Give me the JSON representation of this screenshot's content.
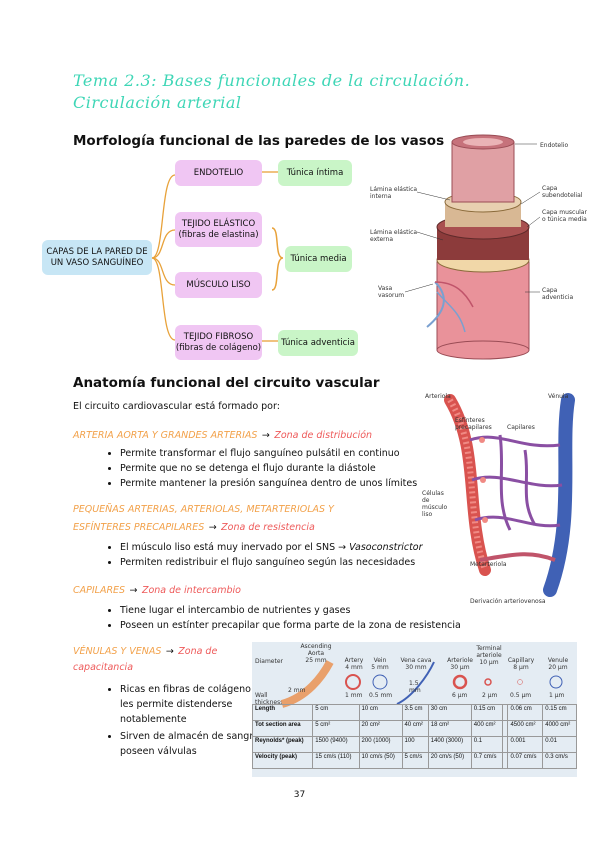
{
  "title": "Tema 2.3: Bases funcionales de la circulación. Circulación arterial",
  "section1": {
    "heading": "Morfología funcional de las paredes de los vasos",
    "diagram": {
      "root": "CAPAS DE LA PARED DE UN VASO SANGUÍNEO",
      "endotelio": "ENDOTELIO",
      "tejido_elastico": "TEJIDO ELÁSTICO (fibras de elastina)",
      "musculo_liso": "MÚSCULO LISO",
      "tejido_fibroso": "TEJIDO FIBROSO (fibras de colágeno)",
      "tunica_intima": "Túnica íntima",
      "tunica_media": "Túnica media",
      "tunica_adventicia": "Túnica adventicia"
    },
    "figure_labels": {
      "endotelio": "Endotelio",
      "lamina_interna": "Lámina elástica interna",
      "capa_subendotelial": "Capa subendotelial",
      "capa_muscular": "Capa muscular o túnica media",
      "lamina_externa": "Lámina elástica externa",
      "vasa_vasorum": "Vasa vasorum",
      "capa_adventicia": "Capa adventicia"
    }
  },
  "section2": {
    "heading": "Anatomía funcional del circuito vascular",
    "intro": "El circuito cardiovascular está formado por:",
    "group1": {
      "name": "ARTERIA AORTA Y GRANDES ARTERIAS",
      "arrow": "→",
      "zone": "Zona de distribución",
      "items": [
        "Permite transformar el flujo sanguíneo pulsátil en continuo",
        "Permite que no se detenga el flujo durante la diástole",
        "Permite mantener la presión sanguínea dentro de unos límites"
      ]
    },
    "group2": {
      "name": "PEQUEÑAS ARTERIAS, ARTERIOLAS, METARTERIOLAS Y ESFÍNTERES PRECAPILARES",
      "arrow": "→",
      "zone": "Zona de resistencia",
      "item1_prefix": "El músculo liso está muy inervado por el SNS → ",
      "item1_suffix": "Vasoconstrictor",
      "item2": "Permiten redistribuir el flujo sanguíneo según las necesidades"
    },
    "group3": {
      "name": "CAPILARES",
      "arrow": "→",
      "zone": "Zona de intercambio",
      "items": [
        "Tiene lugar el intercambio de nutrientes y gases",
        "Poseen un estínter precapilar que forma parte de la zona de resistencia"
      ]
    },
    "group4": {
      "name": "VÉNULAS Y VENAS",
      "arrow": "→",
      "zone": "Zona de capacitancia",
      "items": [
        "Ricas en fibras de colágeno que les permite distenderse notablemente",
        "Sirven de almacén de sangre y poseen válvulas"
      ]
    },
    "circuit_labels": {
      "arteriola": "Arteriola",
      "venula": "Vénula",
      "esfinteres": "Esfínteres precapilares",
      "capilares": "Capilares",
      "celulas": "Células de músculo liso",
      "metarteriola": "Metarteriola",
      "derivacion": "Derivación arteriovenosa"
    }
  },
  "table": {
    "diameter_label": "Diameter",
    "wall_label": "Wall thickness",
    "wall_aorta": "2 mm",
    "columns": [
      {
        "name": "Ascending Aorta",
        "diameter": "25 mm",
        "wall": "2 mm"
      },
      {
        "name": "Artery",
        "diameter": "4 mm",
        "wall": "1 mm"
      },
      {
        "name": "Vein",
        "diameter": "5 mm",
        "wall": "0.5 mm"
      },
      {
        "name": "Vena cava",
        "diameter": "30 mm",
        "wall": "1.5 mm"
      },
      {
        "name": "Arteriole",
        "diameter": "30 μm",
        "wall": "6 μm"
      },
      {
        "name": "Terminal arteriole",
        "diameter": "10 μm",
        "wall": "2 μm"
      },
      {
        "name": "Capillary",
        "diameter": "8 μm",
        "wall": "0.5 μm"
      },
      {
        "name": "Venule",
        "diameter": "20 μm",
        "wall": "1 μm"
      }
    ],
    "rows": [
      {
        "label": "Length",
        "values": [
          "5 cm",
          "10 cm",
          "3.5 cm",
          "30 cm",
          "0.15 cm",
          "",
          "0.06 cm",
          "0.15 cm"
        ]
      },
      {
        "label": "Tot section area",
        "values": [
          "5 cm²",
          "20 cm²",
          "40 cm²",
          "18 cm²",
          "400 cm²",
          "",
          "4500 cm²",
          "4000 cm²"
        ]
      },
      {
        "label": "Reynolds* (peak)",
        "values": [
          "1500 (9400)",
          "200 (1000)",
          "100",
          "1400 (3000)",
          "0.1",
          "",
          "0.001",
          "0.01"
        ]
      },
      {
        "label": "Velocity (peak)",
        "values": [
          "15 cm/s (110)",
          "10 cm/s (50)",
          "5 cm/s",
          "20 cm/s (50)",
          "0.7 cm/s",
          "",
          "0.07 cm/s",
          "0.3 cm/s"
        ]
      }
    ]
  },
  "page_number": "37"
}
